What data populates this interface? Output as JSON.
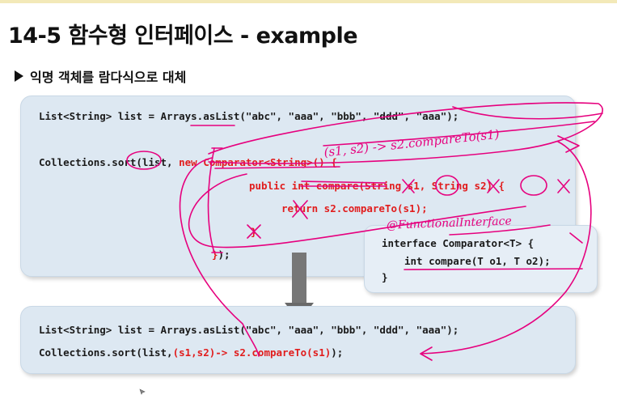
{
  "slide": {
    "title": "14-5 함수형 인터페이스 - example",
    "subtitle": "익명 객체를 람다식으로 대체"
  },
  "top_code": {
    "line1": "List<String> list = Arrays.asList(\"abc\", \"aaa\", \"bbb\", \"ddd\", \"aaa\");",
    "line2_black": "Collections.sort(list, ",
    "line2_red": "new Comparator<String>() {",
    "line3": "public int compare(String s1, String s2) {",
    "line4": "return s2.compareTo(s1);",
    "line5": "}",
    "line6_red": "}",
    "line6_black": ");"
  },
  "interface_code": {
    "line1": "interface Comparator<T> {",
    "line2": "int compare(T o1, T o2);",
    "line3": "}"
  },
  "bottom_code": {
    "line1": "List<String> list = Arrays.asList(\"abc\", \"aaa\", \"bbb\", \"ddd\", \"aaa\");",
    "line2_black": "Collections.sort(list,",
    "line2_red": "(s1,s2)-> s2.compareTo(s1)",
    "line2_end": ");"
  },
  "handwriting": {
    "lambda_note": "(s1, s2) -> s2.compareTo(s1)",
    "annotation_note": "@FunctionalInterface"
  },
  "colors": {
    "panel": "#dde8f2",
    "code_red": "#e11d1d",
    "ink": "#e6007e",
    "arrow": "#777777"
  }
}
